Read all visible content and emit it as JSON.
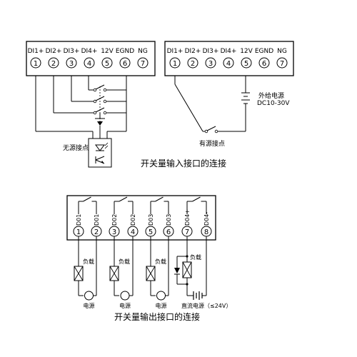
{
  "input_diagram": {
    "left_terminals": [
      "DI1+",
      "DI2+",
      "DI3+",
      "DI4+",
      "12V",
      "EGND",
      "NG"
    ],
    "right_terminals": [
      "DI1+",
      "DI2+",
      "DI3+",
      "DI4+",
      "12V",
      "EGND",
      "NG"
    ],
    "numbers": [
      "1",
      "2",
      "3",
      "4",
      "5",
      "6",
      "7"
    ],
    "passive_contact_label": "无源接点",
    "active_contact_label": "有源接点",
    "external_power_label": "外给电源",
    "external_power_range": "DC10-30V",
    "caption": "开关量输入接口的连接"
  },
  "output_diagram": {
    "terminals": [
      "D01",
      "D01",
      "D02",
      "D02",
      "D03",
      "D03",
      "D04+",
      "D04-"
    ],
    "numbers": [
      "1",
      "2",
      "3",
      "4",
      "5",
      "6",
      "7",
      "8"
    ],
    "load_label": "负载",
    "power_label": "电源",
    "dc_power_label": "直流电源（≤24V）",
    "caption": "开关量输出接口的连接"
  }
}
